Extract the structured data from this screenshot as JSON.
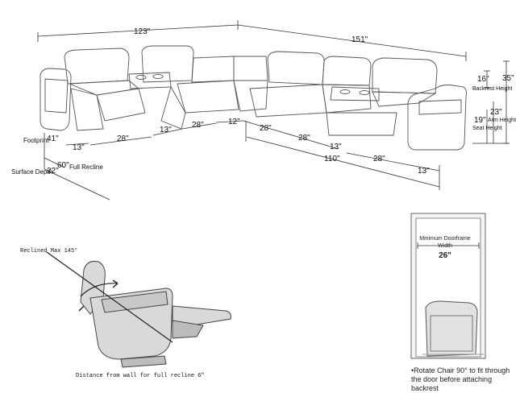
{
  "sectional": {
    "dims": {
      "overall_left": "123\"",
      "overall_right": "151\"",
      "backrest_height_val": "16\"",
      "backrest_height_label": "Backrest Height",
      "total_height_val": "35\"",
      "arm_height_val": "23\"",
      "arm_height_label": "Arm Height",
      "seat_height_val": "19\"",
      "seat_height_label": "Seat Height",
      "footprint_label": "Footprint",
      "footprint_val": "41\"",
      "surface_depth_label": "Surface Depth",
      "surface_depth_val": "22\"",
      "full_recline_val": "60\"",
      "full_recline_label": "Full Recline",
      "left_arm": "13\"",
      "left_seat": "28\"",
      "console_left": "13\"",
      "mid_seat": "28\"",
      "corner": "12\"",
      "right_seat1": "28\"",
      "right_seat2": "28\"",
      "console_right": "13\"",
      "right_overall": "110\"",
      "right_seat3": "28\"",
      "right_arm": "13\""
    }
  },
  "recliner": {
    "reclined_label": "Reclined Max 145°",
    "wall_distance_label": "Distance from wall for full recline 6\""
  },
  "door": {
    "title": "Minimum Doorframe Width",
    "width_val": "26\"",
    "note": "•Rotate Chair 90° to fit through the door before attaching backrest"
  }
}
